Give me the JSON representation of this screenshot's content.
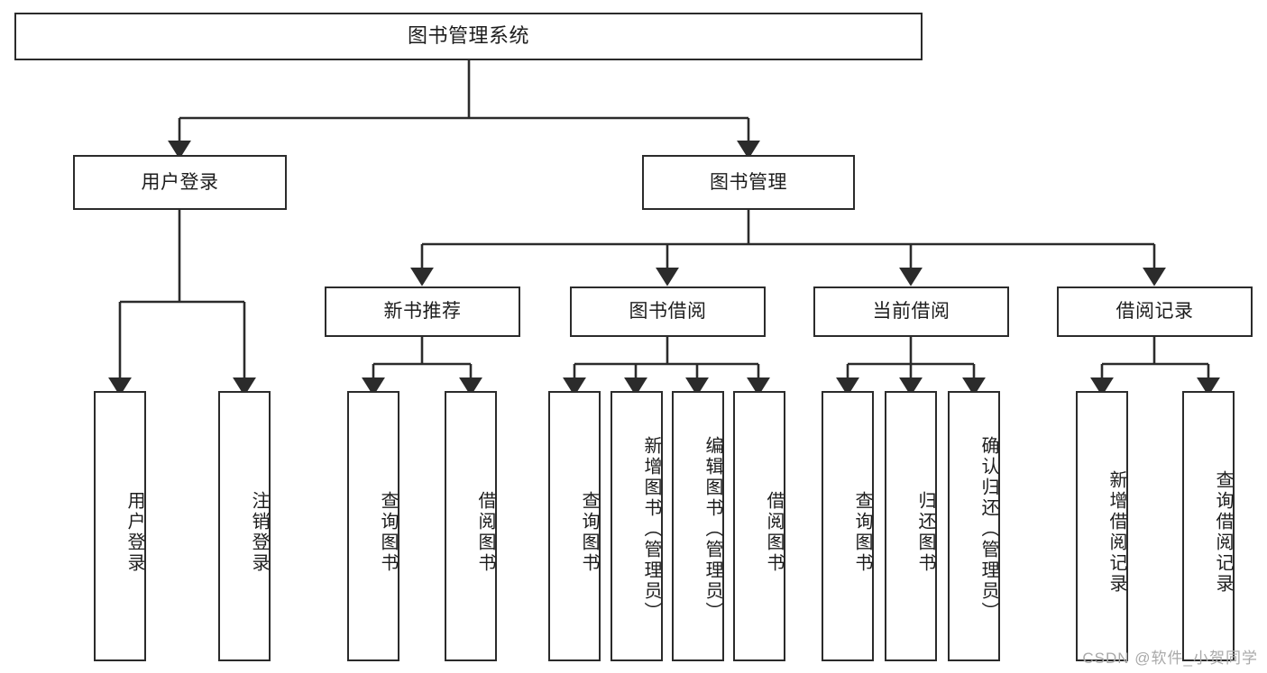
{
  "diagram": {
    "title": "图书管理系统",
    "watermark": "CSDN @软件_小贺同学",
    "colors": {
      "stroke": "#2b2b2b",
      "fill": "#ffffff",
      "text": "#1d1d1d",
      "watermark": "#a9a9a9"
    },
    "root": {
      "label": "图书管理系统"
    },
    "level1": [
      {
        "label": "用户登录"
      },
      {
        "label": "图书管理"
      }
    ],
    "level2": [
      {
        "label": "新书推荐"
      },
      {
        "label": "图书借阅"
      },
      {
        "label": "当前借阅"
      },
      {
        "label": "借阅记录"
      }
    ],
    "leaves": {
      "user_login": [
        {
          "label": "用户登录"
        },
        {
          "label": "注销登录"
        }
      ],
      "new_book_recommend": [
        {
          "label": "查询图书"
        },
        {
          "label": "借阅图书"
        }
      ],
      "book_borrow": [
        {
          "label": "查询图书"
        },
        {
          "label": "新增图书（管理员）"
        },
        {
          "label": "编辑图书（管理员）"
        },
        {
          "label": "借阅图书"
        }
      ],
      "current_borrow": [
        {
          "label": "查询图书"
        },
        {
          "label": "归还图书"
        },
        {
          "label": "确认归还（管理员）"
        }
      ],
      "borrow_record": [
        {
          "label": "新增借阅记录"
        },
        {
          "label": "查询借阅记录"
        }
      ]
    }
  }
}
